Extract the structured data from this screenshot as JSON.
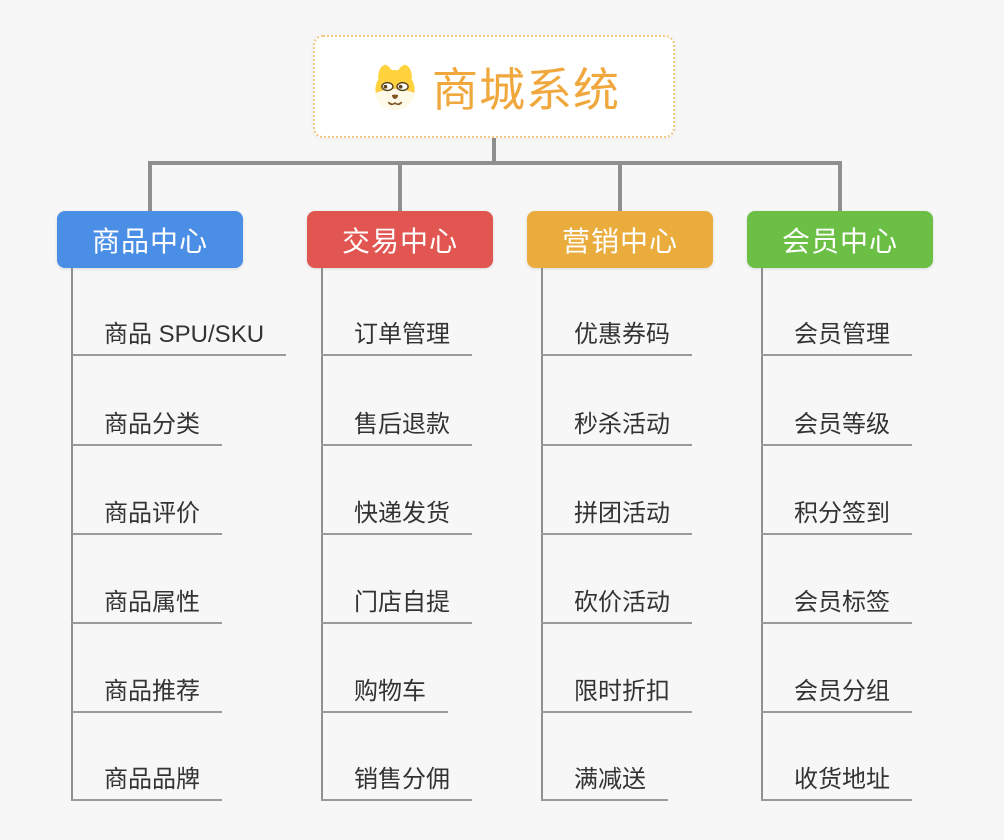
{
  "palette": {
    "background": "#F7F7F7",
    "connector": "#8F8F8F",
    "child_line": "#9A9A9A",
    "child_text": "#333333"
  },
  "root": {
    "title": "商城系统",
    "icon": "dog-face-icon",
    "text_color": "#F0A73C",
    "border_color": "#F3C77E",
    "background": "#FFFFFF"
  },
  "branches": [
    {
      "label": "商品中心",
      "color": "#4A8EE5",
      "children": [
        "商品 SPU/SKU",
        "商品分类",
        "商品评价",
        "商品属性",
        "商品推荐",
        "商品品牌"
      ]
    },
    {
      "label": "交易中心",
      "color": "#E25651",
      "children": [
        "订单管理",
        "售后退款",
        "快递发货",
        "门店自提",
        "购物车",
        "销售分佣"
      ]
    },
    {
      "label": "营销中心",
      "color": "#EAAC3D",
      "children": [
        "优惠券码",
        "秒杀活动",
        "拼团活动",
        "砍价活动",
        "限时折扣",
        "满减送"
      ]
    },
    {
      "label": "会员中心",
      "color": "#6CBF45",
      "children": [
        "会员管理",
        "会员等级",
        "积分签到",
        "会员标签",
        "会员分组",
        "收货地址"
      ]
    }
  ]
}
